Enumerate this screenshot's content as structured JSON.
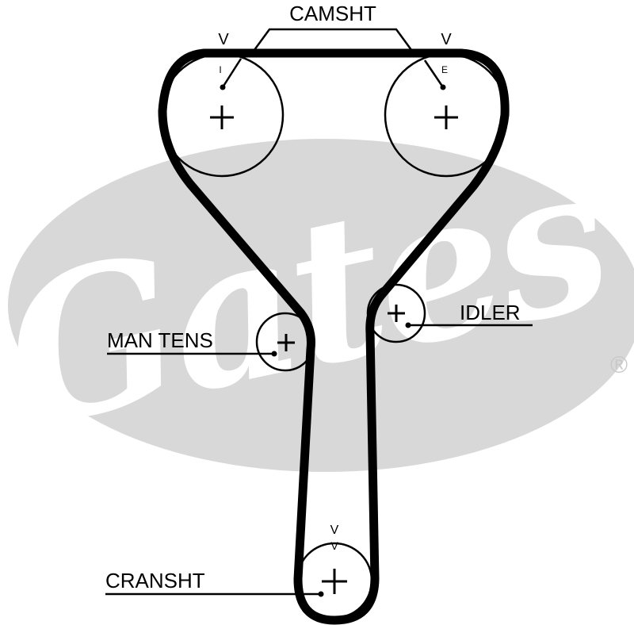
{
  "labels": {
    "camshaft": "CAMSHT",
    "manual_tensioner": "MAN TENS",
    "idler": "IDLER",
    "crankshaft": "CRANSHT"
  },
  "timing_marks": {
    "left_cam_arrow": "V",
    "left_cam_letter": "I",
    "right_cam_arrow": "V",
    "right_cam_letter": "E",
    "crank_arrow": "V"
  },
  "watermark": {
    "brand": "Gates",
    "registered": "®"
  },
  "colors": {
    "belt": "#000000",
    "pulley_stroke": "#000000",
    "watermark_ellipse": "#d8d8d8",
    "watermark_text": "#ffffff",
    "registered_mark": "#c8c8c8",
    "background": "#ffffff"
  }
}
